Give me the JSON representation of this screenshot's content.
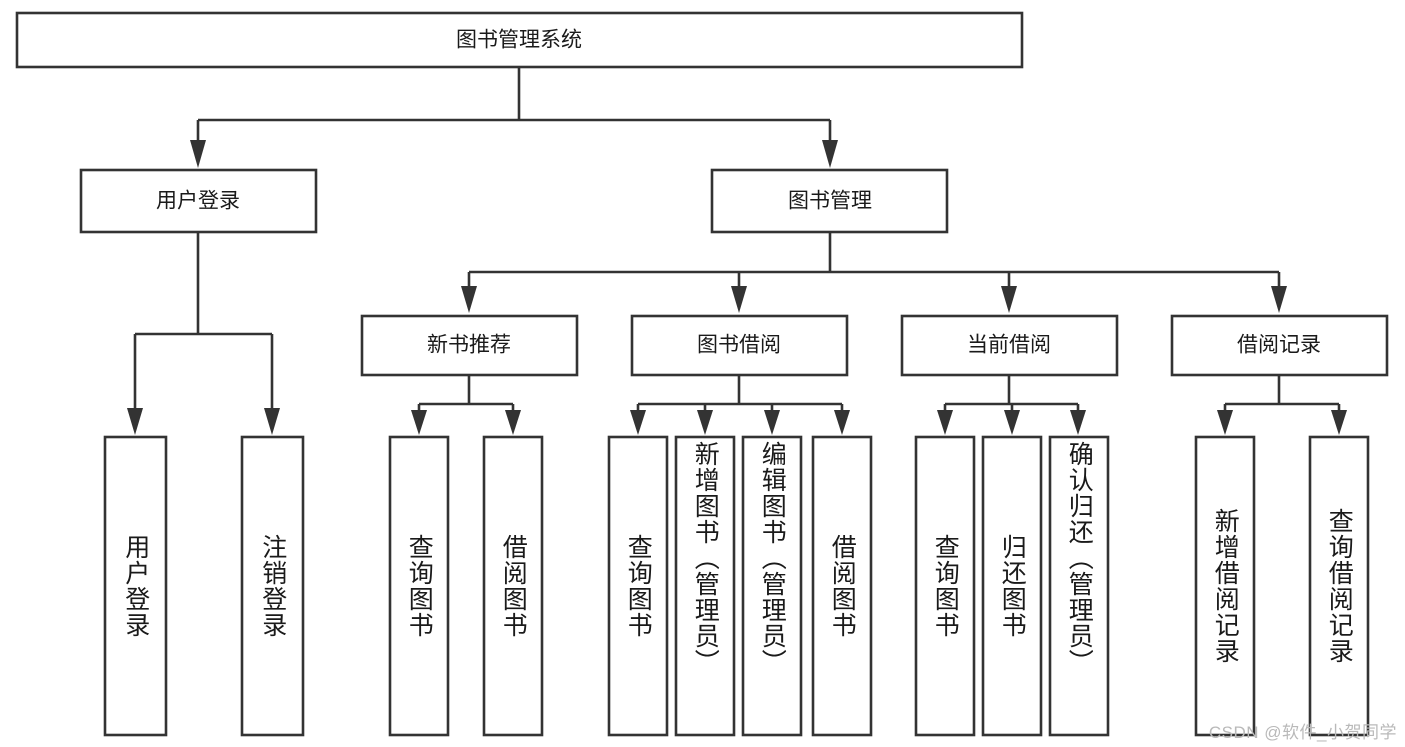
{
  "diagram": {
    "title": "图书管理系统",
    "type": "tree-hierarchy-diagram",
    "colors": {
      "stroke": "#333333",
      "fill": "#ffffff",
      "text": "#1a1a1a",
      "watermark": "#b9b9b9"
    },
    "root": {
      "label": "图书管理系统"
    },
    "level2": [
      {
        "label": "用户登录"
      },
      {
        "label": "图书管理"
      }
    ],
    "level3": [
      {
        "label": "新书推荐"
      },
      {
        "label": "图书借阅"
      },
      {
        "label": "当前借阅"
      },
      {
        "label": "借阅记录"
      }
    ],
    "leaves": {
      "user_login": [
        {
          "label": "用户登录"
        },
        {
          "label": "注销登录"
        }
      ],
      "new_book_recommend": [
        {
          "label": "查询图书"
        },
        {
          "label": "借阅图书"
        }
      ],
      "book_borrow": [
        {
          "label": "查询图书"
        },
        {
          "label": "新增图书（管理员）"
        },
        {
          "label": "编辑图书（管理员）"
        },
        {
          "label": "借阅图书"
        }
      ],
      "current_borrow": [
        {
          "label": "查询图书"
        },
        {
          "label": "归还图书"
        },
        {
          "label": "确认归还（管理员）"
        }
      ],
      "borrow_record": [
        {
          "label": "新增借阅记录"
        },
        {
          "label": "查询借阅记录"
        }
      ]
    }
  },
  "watermark": {
    "text": "CSDN @软件_小贺同学"
  }
}
